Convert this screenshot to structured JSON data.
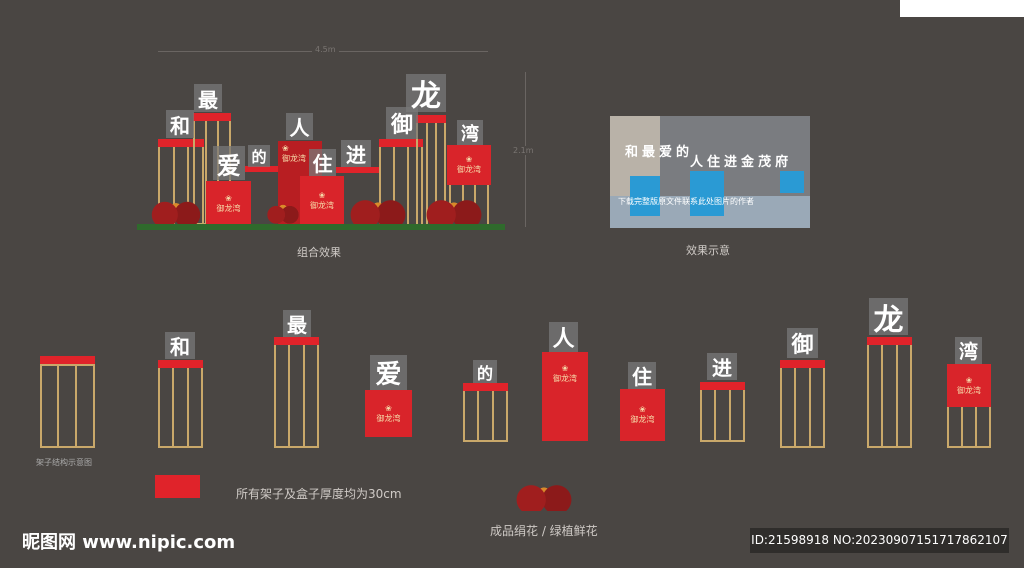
{
  "composition": {
    "width_label": "4.5m",
    "height_label": "2.1m",
    "caption": "组合效果",
    "chars": [
      "和",
      "最",
      "爱",
      "的",
      "人",
      "住",
      "进",
      "御",
      "龙",
      "湾"
    ],
    "box_logo": "御龙湾"
  },
  "preview": {
    "caption": "效果示意",
    "chars": [
      "和",
      "最",
      "爱",
      "的",
      "人",
      "住",
      "进",
      "金",
      "茂",
      "府"
    ],
    "watermark": "下载完整版原文件联系此处图片的作者"
  },
  "units": {
    "frame_caption": "架子结构示意图",
    "items": [
      {
        "char": "和",
        "type": "frame"
      },
      {
        "char": "最",
        "type": "frame"
      },
      {
        "char": "爱",
        "type": "box"
      },
      {
        "char": "的",
        "type": "frame"
      },
      {
        "char": "人",
        "type": "box"
      },
      {
        "char": "住",
        "type": "box"
      },
      {
        "char": "进",
        "type": "frame"
      },
      {
        "char": "御",
        "type": "frame"
      },
      {
        "char": "龙",
        "type": "frame"
      },
      {
        "char": "湾",
        "type": "box-frame"
      }
    ]
  },
  "notes": {
    "thickness": "所有架子及盒子厚度均为30cm",
    "flowers": "成品绢花 / 绿植鲜花"
  },
  "footer": {
    "logo": "昵图网 www.nipic.com",
    "id": "ID:21598918 NO:20230907151717862107"
  },
  "colors": {
    "background": "#4a4643",
    "red": "#d9242a",
    "gold": "#c9a86a"
  }
}
